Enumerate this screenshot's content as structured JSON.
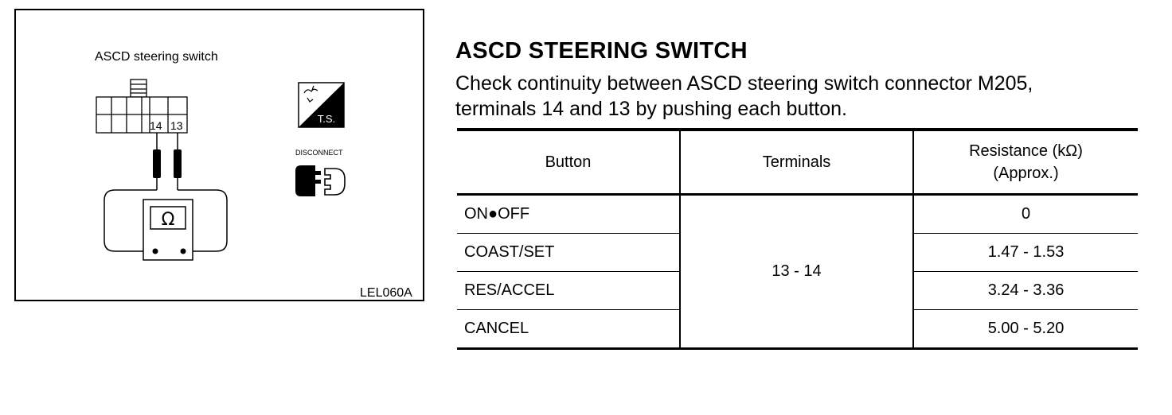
{
  "figure": {
    "caption": "ASCD steering switch",
    "terminal_a": "14",
    "terminal_b": "13",
    "meter_symbol": "Ω",
    "ts_label": "T.S.",
    "disconnect_label": "DISCONNECT",
    "figure_code": "LEL060A"
  },
  "section": {
    "title": "ASCD STEERING SWITCH",
    "instruction_line1": "Check continuity between ASCD steering switch connector M205,",
    "instruction_line2": "terminals 14 and 13 by pushing each button."
  },
  "table": {
    "headers": {
      "button": "Button",
      "terminals": "Terminals",
      "resistance_line1": "Resistance (kΩ)",
      "resistance_line2": "(Approx.)"
    },
    "terminals_value": "13 - 14",
    "rows": [
      {
        "button": "ON●OFF",
        "resistance": "0"
      },
      {
        "button": "COAST/SET",
        "resistance": "1.47 - 1.53"
      },
      {
        "button": "RES/ACCEL",
        "resistance": "3.24 - 3.36"
      },
      {
        "button": "CANCEL",
        "resistance": "5.00 - 5.20"
      }
    ]
  }
}
